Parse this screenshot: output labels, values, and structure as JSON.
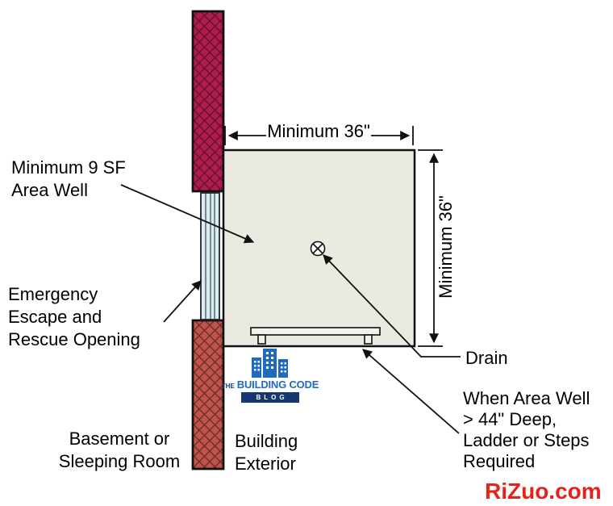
{
  "diagram": {
    "dim_top_label": "Minimum 36\"",
    "dim_right_label": "Minimum 36\"",
    "area_well_label": "Minimum 9 SF\nArea Well",
    "escape_opening_label": "Emergency\nEscape and\nRescue Opening",
    "basement_label": "Basement or\nSleeping Room",
    "building_exterior_label": "Building\nExterior",
    "drain_label": "Drain",
    "ladder_note_label": "When Area Well\n> 44\" Deep,\nLadder or Steps\nRequired"
  },
  "logo": {
    "the": "THE",
    "title": "BUILDING CODE",
    "subtitle": "BLOG"
  },
  "watermark": "RiZuo.com",
  "colors": {
    "wall_upper": "#b01c4b",
    "wall_lower": "#c0544a",
    "window": "#d8edf4",
    "well": "#ebeae1",
    "steps": "#f2f1ea",
    "line": "#111111",
    "logo_blue": "#1e6bbf",
    "logo_navy": "#16386e",
    "watermark_red": "#e8211a"
  }
}
